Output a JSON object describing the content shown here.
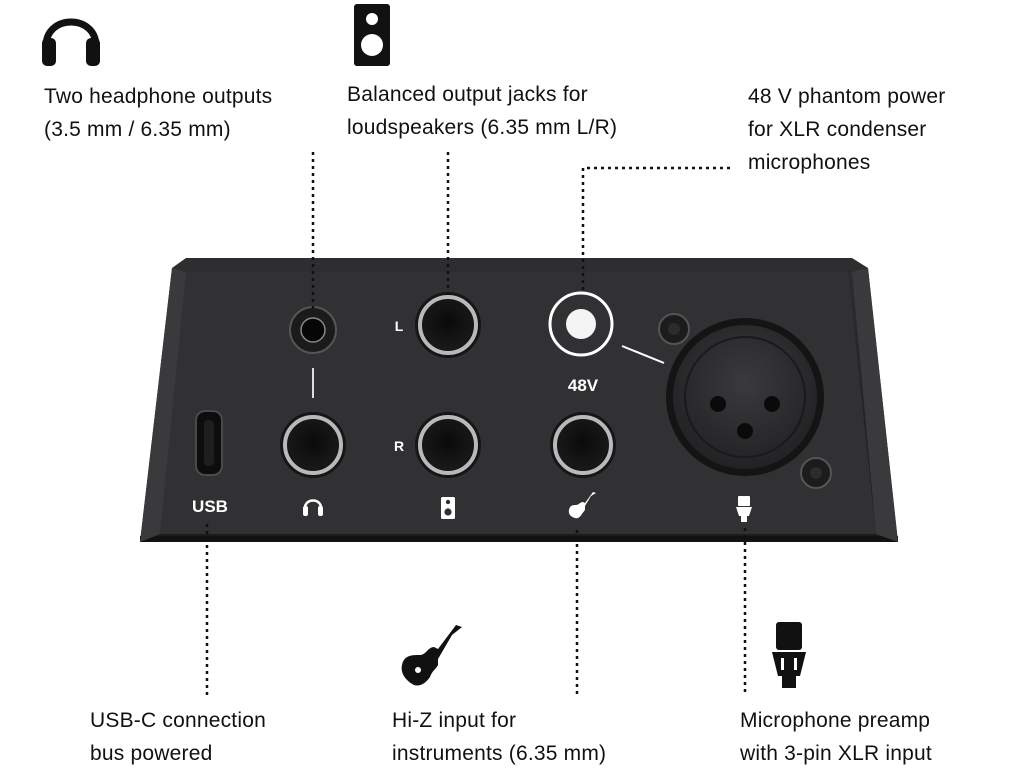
{
  "callouts": {
    "headphones": {
      "line1": "Two headphone outputs",
      "line2": "(3.5 mm / 6.35 mm)",
      "icon": "headphones-icon"
    },
    "speakers": {
      "line1": "Balanced output jacks for",
      "line2": "loudspeakers (6.35 mm L/R)",
      "icon": "speaker-icon"
    },
    "phantom": {
      "line1": "48 V phantom power",
      "line2": "for XLR condenser",
      "line3": "microphones"
    },
    "usb": {
      "line1": "USB-C connection",
      "line2": "bus powered"
    },
    "hiz": {
      "line1": "Hi-Z input for",
      "line2": "instruments (6.35 mm)",
      "icon": "guitar-icon"
    },
    "mic": {
      "line1": "Microphone preamp",
      "line2": "with 3-pin XLR input",
      "icon": "microphone-icon"
    }
  },
  "device": {
    "labels": {
      "left": "L",
      "right": "R",
      "phantom": "48V",
      "usb": "USB"
    },
    "colors": {
      "body": "#2a2a2c",
      "panel": "#313133",
      "jack_ring": "#b9b9bb",
      "led": "#f4f4f4",
      "text": "#ffffff"
    }
  }
}
